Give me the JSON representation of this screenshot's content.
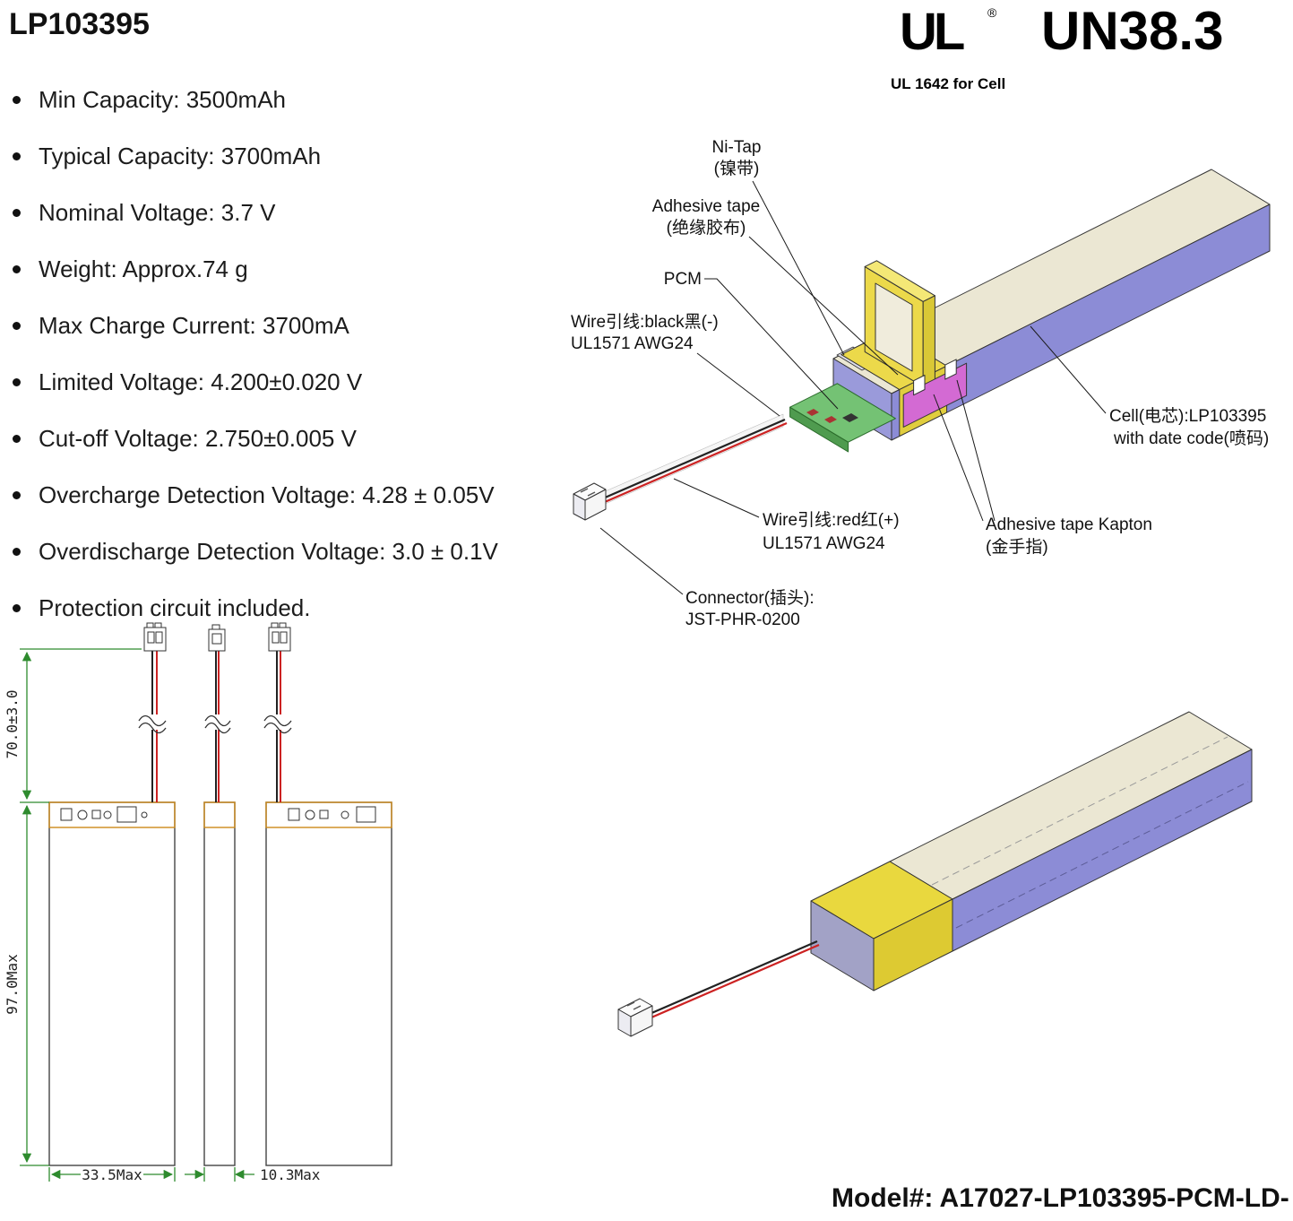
{
  "header": {
    "title": "LP103395"
  },
  "cert": {
    "ul_mark": "UL",
    "ul_reg": "®",
    "name": "UN38.3",
    "subtitle": "UL 1642 for Cell"
  },
  "specs": {
    "items": [
      "Min Capacity: 3500mAh",
      "Typical Capacity: 3700mAh",
      "Nominal Voltage: 3.7 V",
      "Weight: Approx.74 g",
      "Max Charge Current: 3700mA",
      "Limited Voltage: 4.200±0.020 V",
      "Cut-off Voltage: 2.750±0.005 V",
      "Overcharge Detection Voltage: 4.28 ± 0.05V",
      "Overdischarge Detection Voltage: 3.0 ± 0.1V",
      "Protection circuit included."
    ]
  },
  "diagram_top": {
    "callouts": {
      "ni_tap": [
        "Ni-Tap",
        "(镍带)"
      ],
      "adhesive_tape": [
        "Adhesive tape",
        "(绝缘胶布)"
      ],
      "pcm": [
        "PCM"
      ],
      "wire_black": [
        "Wire引线:black黑(-)",
        "UL1571 AWG24"
      ],
      "cell": [
        "Cell(电芯):LP103395",
        "with date code(喷码)"
      ],
      "wire_red": [
        "Wire引线:red红(+)",
        "UL1571  AWG24"
      ],
      "kapton": [
        "Adhesive tape Kapton",
        "(金手指)"
      ],
      "connector": [
        "Connector(插头):",
        "JST-PHR-0200"
      ]
    }
  },
  "drawing": {
    "dims": {
      "wire_length": "70.0±3.0",
      "body_length": "97.0Max",
      "body_width": "33.5Max",
      "body_thickness": "10.3Max"
    }
  },
  "footer": {
    "model": "Model#: A17027-LP103395-PCM-LD-"
  }
}
